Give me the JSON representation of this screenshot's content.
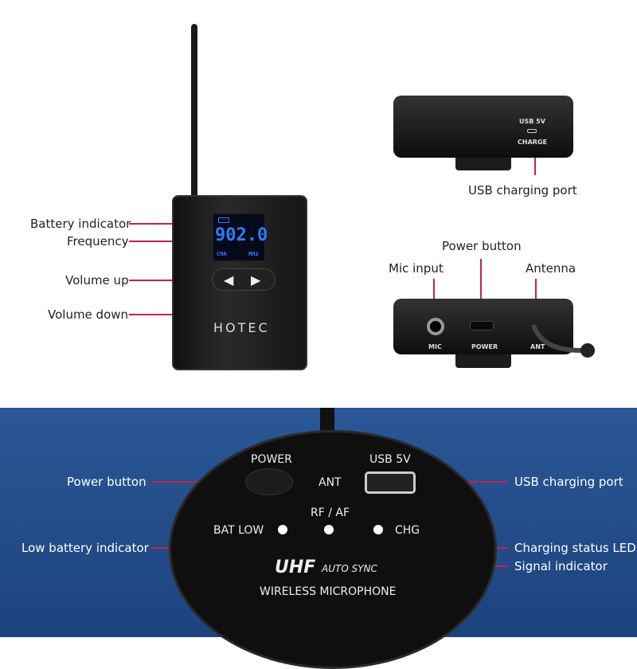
{
  "colors": {
    "callout_line": "#c0244a",
    "background_bottom": "#1f4a86",
    "device": "#111111",
    "lcd": "#2f7bff"
  },
  "top_left": {
    "labels": {
      "battery_indicator": "Battery indicator",
      "frequency": "Frequency",
      "volume_up": "Volume up",
      "volume_down": "Volume down"
    },
    "device": {
      "brand": "HOTEC",
      "lcd_value": "902.0",
      "lcd_left": "CHA",
      "lcd_right": "MHz"
    }
  },
  "top_right": {
    "charge_view": {
      "port_label": "USB 5V",
      "charge_label": "CHARGE",
      "callout": "USB charging port"
    },
    "top_view": {
      "callouts": {
        "power": "Power button",
        "mic": "Mic input",
        "antenna": "Antenna"
      },
      "printed": {
        "mic": "MIC",
        "power": "POWER",
        "ant": "ANT"
      }
    }
  },
  "bottom": {
    "panel": {
      "power": "POWER",
      "ant": "ANT",
      "usb": "USB 5V",
      "rf_af": "RF / AF",
      "bat_low": "BAT LOW",
      "chg": "CHG",
      "uhf": "UHF",
      "auto_sync": "AUTO SYNC",
      "wireless": "WIRELESS MICROPHONE"
    },
    "callouts": {
      "power_button": "Power button",
      "low_battery": "Low battery indicator",
      "usb_port": "USB charging port",
      "charging_led": "Charging status LED",
      "signal": "Signal indicator"
    }
  }
}
